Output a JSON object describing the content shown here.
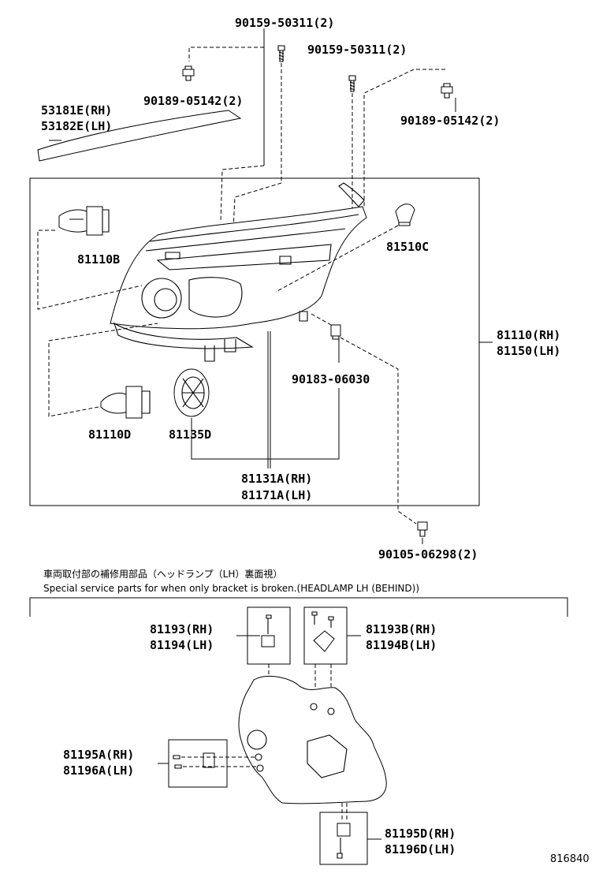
{
  "labels": {
    "bolt_top_center": "90159-50311(2)",
    "bolt_top_right": "90159-50311(2)",
    "nut_left": "90189-05142(2)",
    "nut_right": "90189-05142(2)",
    "garnish_rh": "53181E(RH)",
    "garnish_lh": "53182E(LH)",
    "bulb_b": "81110B",
    "bulb_c": "81510C",
    "headlamp_rh": "81110(RH)",
    "headlamp_lh": "81150(LH)",
    "screw_mid": "90183-06030",
    "bulb_d": "81110D",
    "cap": "81135D",
    "unit_rh": "81131A(RH)",
    "unit_lh": "81171A(LH)",
    "bolt_bottom": "90105-06298(2)",
    "bracket_a_rh": "81193(RH)",
    "bracket_a_lh": "81194(LH)",
    "bracket_b_rh": "81193B(RH)",
    "bracket_b_lh": "81194B(LH)",
    "bracket_c_rh": "81195A(RH)",
    "bracket_c_lh": "81196A(LH)",
    "bracket_d_rh": "81195D(RH)",
    "bracket_d_lh": "81196D(LH)"
  },
  "notes": {
    "japanese": "車両取付部の補修用部品（ヘッドランプ（LH）裏面視）",
    "english": "Special service parts for when only bracket is broken.(HEADLAMP LH (BEHIND))"
  },
  "reference": "816840"
}
